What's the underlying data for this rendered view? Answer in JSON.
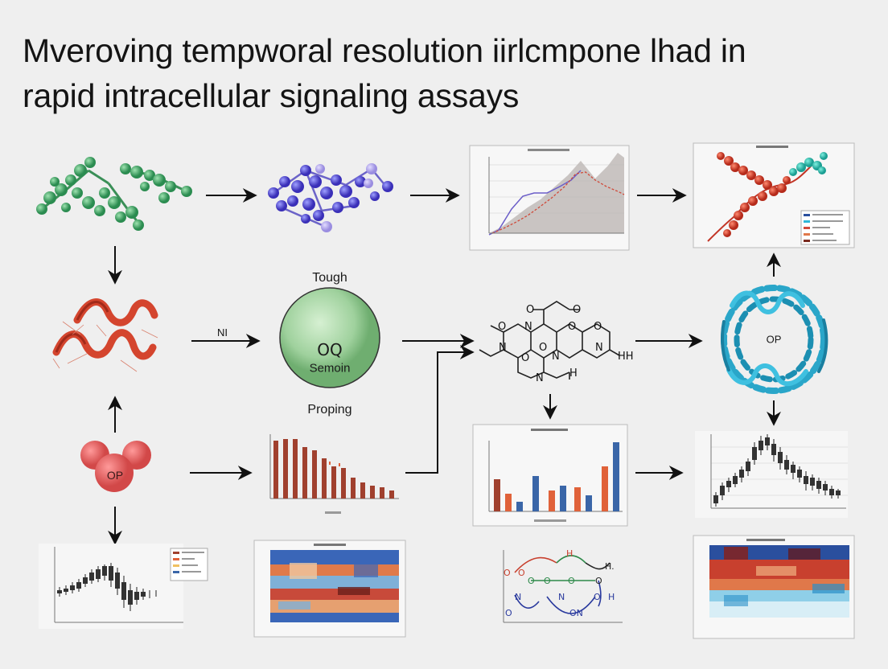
{
  "title": {
    "line1": "Mveroving tempworal resolution iirlcmpone lhad in",
    "line2": "rapid intracellular signaling assays"
  },
  "labels": {
    "sphere_top": "Tough",
    "sphere_symbol": "OQ",
    "sphere_name": "Semoin",
    "sphere_bottom": "Proping",
    "arrow_ni": "NI",
    "molecule_op": "OP",
    "helix_op": "OP"
  },
  "molecule_atoms": {
    "o": "O",
    "n": "N",
    "h": "H",
    "hh": "HH",
    "oh": "ON",
    "hdot": "H."
  },
  "colors": {
    "background": "#efefef",
    "green_molecule": "#3fae68",
    "purple_molecule": "#5a55d6",
    "red_protein": "#d4452e",
    "cyan_helix": "#2aa6c9",
    "sphere": "#a9d6a8",
    "bar_red": "#a0402e",
    "bar_blue": "#3a66a8",
    "bar_orange": "#e0623a"
  },
  "icons": [
    "arrow-right-icon",
    "arrow-down-icon",
    "arrow-up-icon"
  ]
}
